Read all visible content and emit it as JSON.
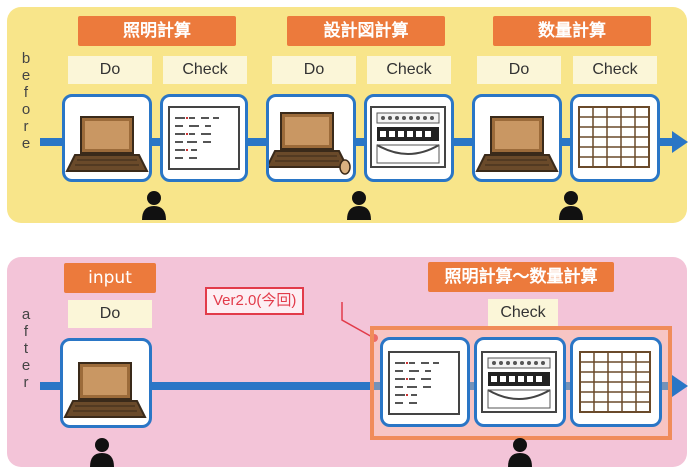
{
  "before": {
    "side_label": [
      "b",
      "e",
      "f",
      "o",
      "r",
      "e"
    ],
    "stages": [
      {
        "title": "照明計算",
        "do": "Do",
        "check": "Check"
      },
      {
        "title": "設計図計算",
        "do": "Do",
        "check": "Check"
      },
      {
        "title": "数量計算",
        "do": "Do",
        "check": "Check"
      }
    ]
  },
  "after": {
    "side_label": [
      "a",
      "f",
      "t",
      "e",
      "r"
    ],
    "input_title": "input",
    "input_do": "Do",
    "combined_title": "照明計算〜数量計算",
    "combined_check": "Check",
    "version_label": "Ver2.0(今回)"
  },
  "colors": {
    "arrow": "#2a76c6",
    "title_bg": "#ec7a3c",
    "before_bg": "#f8e58a",
    "after_bg": "#f3c4d8"
  },
  "icons": [
    "laptop-icon",
    "document-icon",
    "blueprint-icon",
    "spreadsheet-icon",
    "person-icon",
    "mouse-icon"
  ]
}
